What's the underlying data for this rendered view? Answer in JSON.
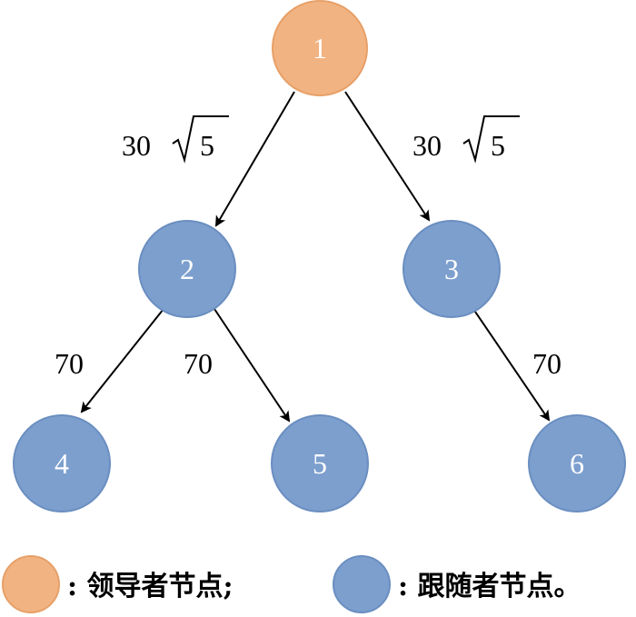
{
  "colors": {
    "leader_fill": "#F2B382",
    "leader_stroke": "#E7A068",
    "follower_fill": "#7C9FCE",
    "follower_stroke": "#6A8EC0",
    "edge": "#000000",
    "node_text": "#FFFFFF"
  },
  "nodes": [
    {
      "id": "1",
      "label": "1",
      "role": "leader"
    },
    {
      "id": "2",
      "label": "2",
      "role": "follower"
    },
    {
      "id": "3",
      "label": "3",
      "role": "follower"
    },
    {
      "id": "4",
      "label": "4",
      "role": "follower"
    },
    {
      "id": "5",
      "label": "5",
      "role": "follower"
    },
    {
      "id": "6",
      "label": "6",
      "role": "follower"
    }
  ],
  "edges": [
    {
      "from": "1",
      "to": "2",
      "weight_prefix": "30",
      "weight_radicand": "5"
    },
    {
      "from": "1",
      "to": "3",
      "weight_prefix": "30",
      "weight_radicand": "5"
    },
    {
      "from": "2",
      "to": "4",
      "weight": "70"
    },
    {
      "from": "2",
      "to": "5",
      "weight": "70"
    },
    {
      "from": "3",
      "to": "6",
      "weight": "70"
    }
  ],
  "legend": {
    "leader_text": ": 领导者节点;",
    "follower_text": ": 跟随者节点。"
  }
}
